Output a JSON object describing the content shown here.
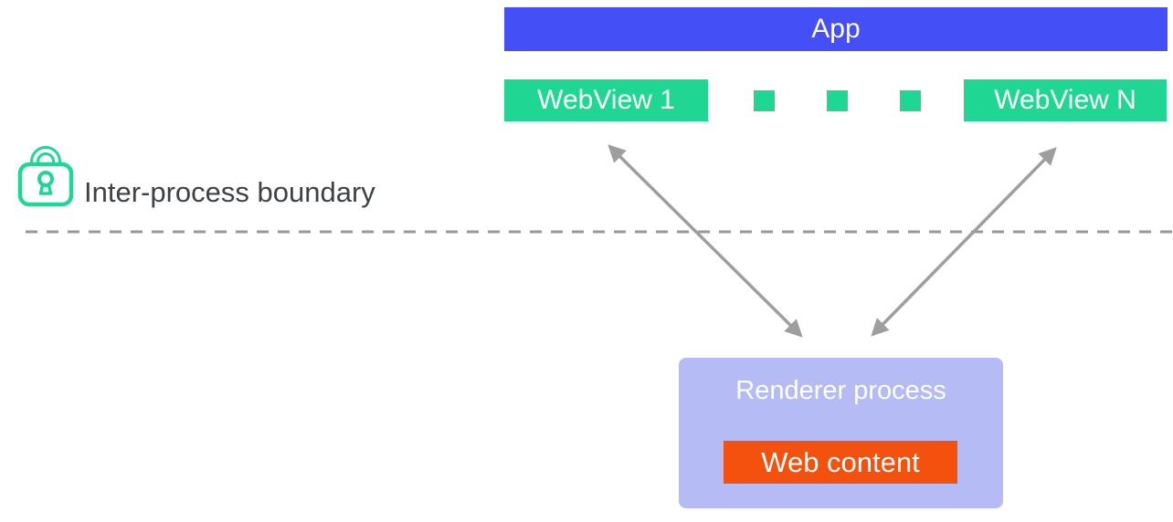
{
  "diagram": {
    "app": {
      "label": "App"
    },
    "webviews": {
      "first_label": "WebView 1",
      "last_label": "WebView N",
      "ellipsis_square_count": 3
    },
    "boundary": {
      "label": "Inter-process boundary",
      "icon": "lock-icon"
    },
    "renderer": {
      "title": "Renderer process",
      "content_label": "Web content"
    }
  },
  "colors": {
    "app-blue": "#4450f5",
    "webview-green": "#1fd793",
    "renderer-lavender": "#b5bbf4",
    "content-orange": "#f4500e",
    "arrow-gray": "#9e9e9e",
    "dash-gray": "#999999",
    "label-dark": "#3f4245"
  }
}
